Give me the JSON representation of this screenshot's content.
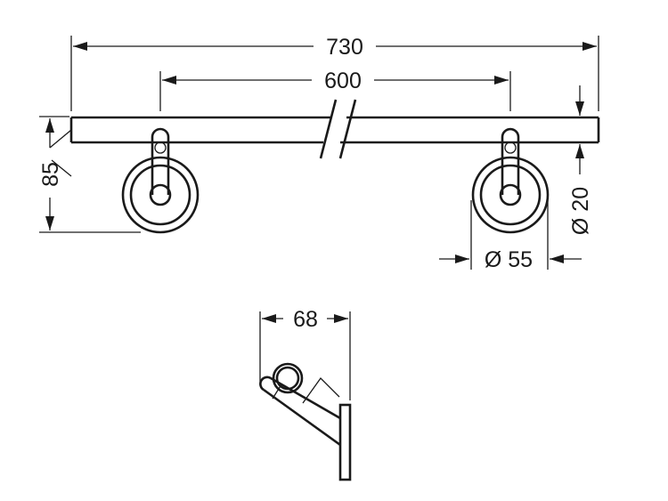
{
  "front_view": {
    "overall_length": "730",
    "mount_spacing": "600",
    "height": "85",
    "bar_diameter": "Ø 20",
    "flange_diameter": "Ø 55"
  },
  "side_view": {
    "depth": "68"
  }
}
